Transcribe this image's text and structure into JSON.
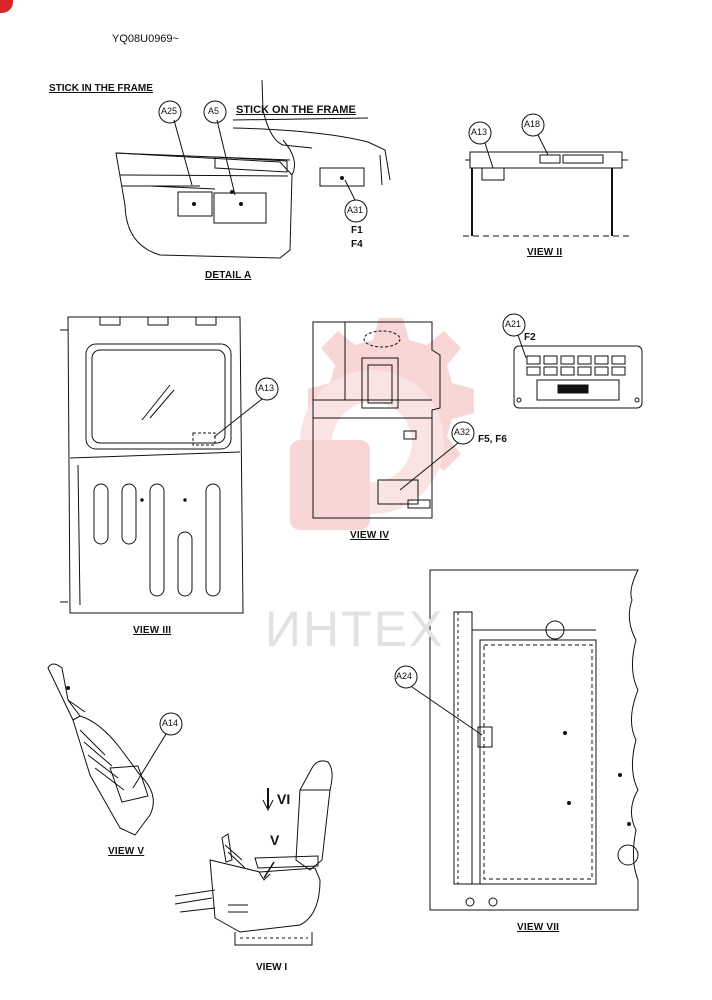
{
  "header": {
    "part_code": "YQ08U0969~"
  },
  "detail_a": {
    "note_left": "STICK IN THE FRAME",
    "note_right": "STICK ON THE FRAME",
    "caption": "DETAIL  A",
    "callouts": {
      "a25": "A25",
      "a5": "A5",
      "a31": "A31"
    },
    "codes": {
      "f1": "F1",
      "f4": "F4"
    }
  },
  "view_2": {
    "caption": "VIEW  II",
    "callouts": {
      "a13": "A13",
      "a18": "A18"
    }
  },
  "view_3": {
    "caption": "VIEW  III",
    "callouts": {
      "a13": "A13"
    }
  },
  "view_4": {
    "caption": "VIEW  IV",
    "callouts": {
      "a32": "A32"
    },
    "codes": {
      "f5f6": "F5, F6"
    }
  },
  "panel_a21": {
    "callouts": {
      "a21": "A21"
    },
    "codes": {
      "f2": "F2"
    }
  },
  "view_5": {
    "caption": "VIEW  V",
    "callouts": {
      "a14": "A14"
    }
  },
  "view_1": {
    "caption": "VIEW  I",
    "arrows": {
      "vi": "VI",
      "v": "V"
    }
  },
  "view_7": {
    "caption": "VIEW  VII",
    "callouts": {
      "a24": "A24"
    }
  },
  "watermark": {
    "text": "ИНТЕХ"
  },
  "colors": {
    "line": "#111111",
    "watermark": "#f2b6b6",
    "badge": "#d9262b"
  }
}
